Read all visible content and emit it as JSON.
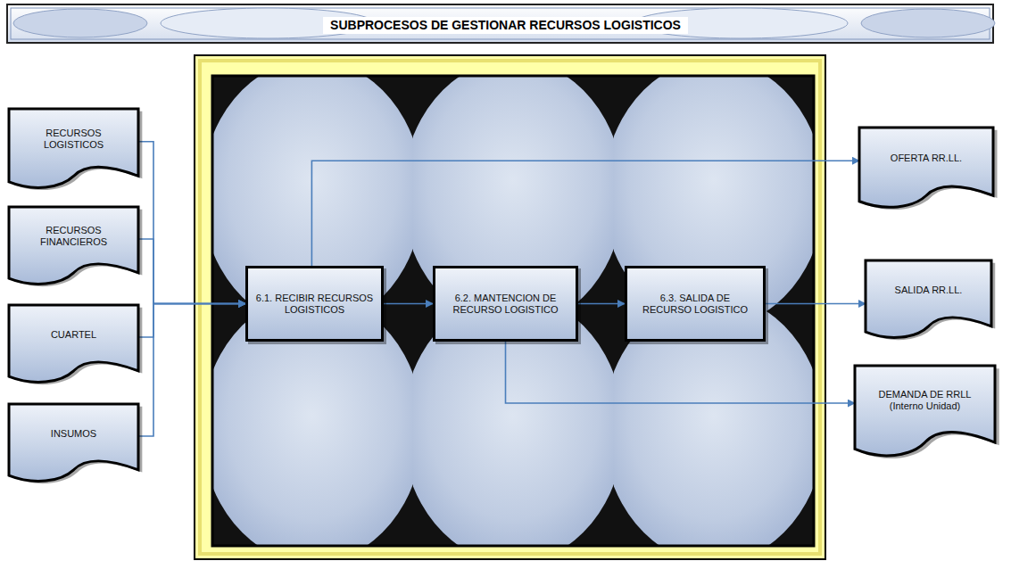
{
  "diagram": {
    "title": "SUBPROCESOS DE GESTIONAR RECURSOS LOGISTICOS",
    "nodes": [
      {
        "text": [
          "RECURSOS LOGISTICOS"
        ]
      },
      {
        "text": [
          "RECURSOS FINANCIEROS"
        ]
      },
      {
        "text": [
          "CUARTEL"
        ]
      },
      {
        "text": [
          "INSUMOS"
        ]
      },
      {
        "text": [
          "6.1. RECIBIR RECURSOS LOGISTICOS"
        ]
      },
      {
        "text": [
          "6.2. MANTENCION DE RECURSO LOGISTICO"
        ]
      },
      {
        "text": [
          "6.3. SALIDA DE RECURSO LOGISTICO"
        ]
      },
      {
        "text": [
          "OFERTA RR.LL."
        ]
      },
      {
        "text": [
          "SALIDA RR.LL."
        ]
      },
      {
        "text": [
          "DEMANDA DE RRLL (Interno Unidad)"
        ]
      }
    ],
    "edges": [
      {
        "from": 0,
        "to": 4,
        "arrow": "to"
      },
      {
        "from": 1,
        "to": 4,
        "arrow": "to"
      },
      {
        "from": 2,
        "to": 4,
        "arrow": "to"
      },
      {
        "from": 3,
        "to": 4,
        "arrow": "to"
      },
      {
        "from": 4,
        "to": 7,
        "arrow": "to"
      },
      {
        "from": 4,
        "to": 5,
        "arrow": "to"
      },
      {
        "from": 5,
        "to": 6,
        "arrow": "to"
      },
      {
        "from": 6,
        "to": 8,
        "arrow": "to"
      },
      {
        "from": 5,
        "to": 9,
        "arrow": "to"
      }
    ]
  }
}
